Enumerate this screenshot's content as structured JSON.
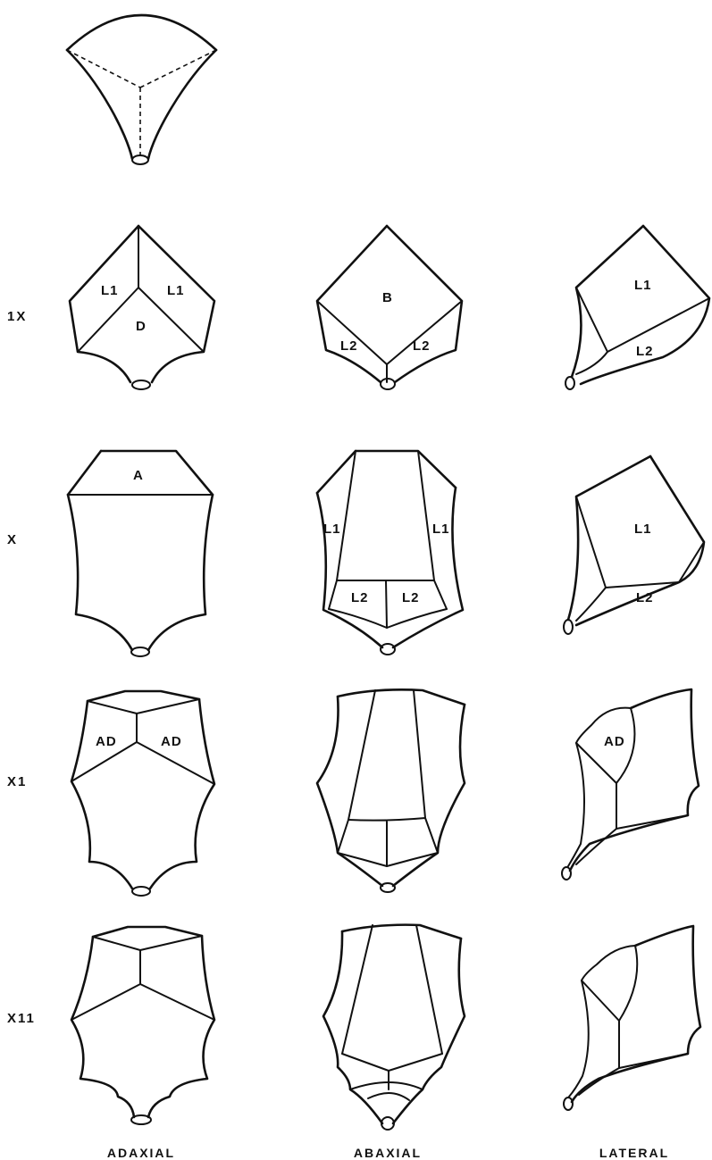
{
  "row_labels": {
    "r1": "1X",
    "r2": "X",
    "r3": "X1",
    "r4": "X11"
  },
  "column_labels": {
    "adaxial": "ADAXIAL",
    "abaxial": "ABAXIAL",
    "lateral": "LATERAL"
  },
  "face_labels": {
    "r1_adaxial_left": "L1",
    "r1_adaxial_right": "L1",
    "r1_adaxial_bottom": "D",
    "r1_abaxial_top": "B",
    "r1_abaxial_left": "L2",
    "r1_abaxial_right": "L2",
    "r1_lateral_top": "L1",
    "r1_lateral_bottom": "L2",
    "r2_adaxial_top": "A",
    "r2_abaxial_left": "L1",
    "r2_abaxial_right": "L1",
    "r2_abaxial_bottom_left": "L2",
    "r2_abaxial_bottom_right": "L2",
    "r2_lateral_top": "L1",
    "r2_lateral_bottom": "L2",
    "r3_adaxial_left": "AD",
    "r3_adaxial_right": "AD",
    "r3_lateral": "AD"
  }
}
